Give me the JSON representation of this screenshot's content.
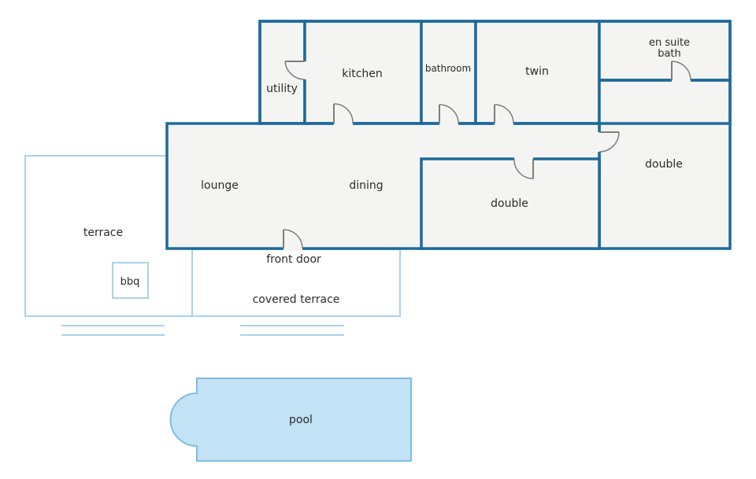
{
  "labels": {
    "utility": "utility",
    "kitchen": "kitchen",
    "bathroom": "bathroom",
    "twin": "twin",
    "en_suite_line1": "en suite",
    "en_suite_line2": "bath",
    "lounge": "lounge",
    "dining": "dining",
    "double_center": "double",
    "double_right": "double",
    "terrace": "terrace",
    "bbq": "bbq",
    "front_door": "front door",
    "covered_terrace": "covered terrace",
    "pool": "pool"
  },
  "colors": {
    "wall": "#1d6a9a",
    "room_fill": "#f4f4f3",
    "outdoor_line": "#a8d3ea",
    "pool_fill": "#c2e2f6",
    "door": "#7d7d7d"
  }
}
